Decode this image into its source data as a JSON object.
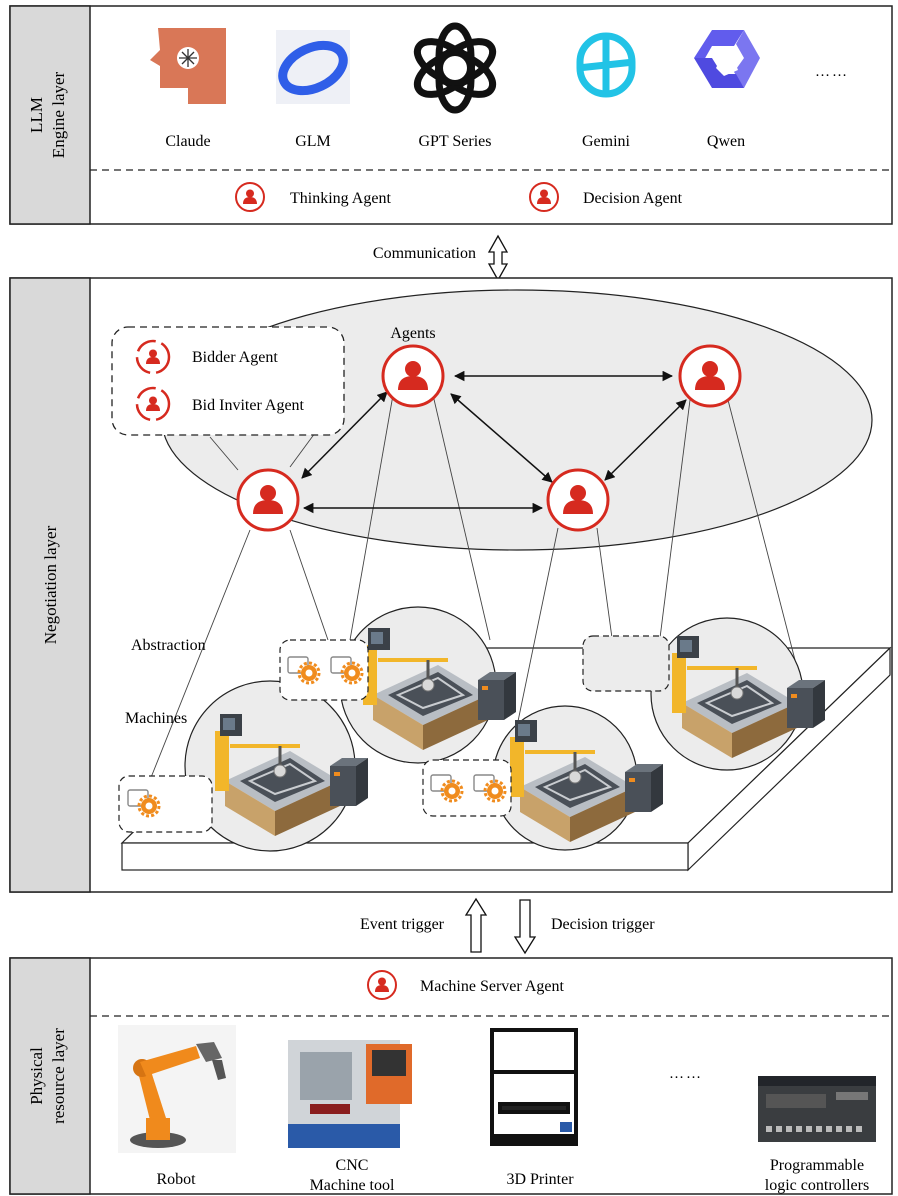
{
  "llm_layer": {
    "title_line1": "LLM",
    "title_line2": "Engine layer",
    "models": [
      {
        "label": "Claude",
        "icon": "claude-logo"
      },
      {
        "label": "GLM",
        "icon": "glm-logo"
      },
      {
        "label": "GPT Series",
        "icon": "openai-logo"
      },
      {
        "label": "Gemini",
        "icon": "gemini-logo"
      },
      {
        "label": "Qwen",
        "icon": "qwen-logo"
      }
    ],
    "more": "……",
    "agents": [
      {
        "label": "Thinking Agent",
        "icon": "user-icon"
      },
      {
        "label": "Decision Agent",
        "icon": "user-icon"
      }
    ]
  },
  "communication_label": "Communication",
  "negotiation_layer": {
    "title": "Negotiation layer",
    "agents_label": "Agents",
    "legend": [
      {
        "label": "Bidder Agent",
        "icon": "user-icon"
      },
      {
        "label": "Bid Inviter Agent",
        "icon": "user-icon"
      }
    ],
    "abstraction_label": "Abstraction",
    "machines_label": "Machines"
  },
  "triggers": {
    "event": "Event trigger",
    "decision": "Decision trigger"
  },
  "physical_layer": {
    "title_line1": "Physical",
    "title_line2": "resource layer",
    "server_agent": "Machine Server Agent",
    "more": "……",
    "resources": [
      {
        "line1": "Robot",
        "line2": "",
        "icon": "robot-arm-image"
      },
      {
        "line1": "CNC",
        "line2": "Machine tool",
        "icon": "cnc-machine-image"
      },
      {
        "line1": "3D Printer",
        "line2": "",
        "icon": "3d-printer-image"
      },
      {
        "line1": "Programmable",
        "line2": "logic controllers",
        "icon": "plc-image"
      }
    ]
  },
  "colors": {
    "agent_red": "#d62a1f",
    "panel_gray": "#d9d9d9",
    "ellipse_gray": "#ececec",
    "gear_orange": "#f08c1e",
    "claude_orange": "#d97757",
    "glm_blue": "#2f5ee8",
    "gemini_cyan": "#22c3e6",
    "qwen_purple": "#615ced",
    "robot_orange": "#f08a1c"
  }
}
